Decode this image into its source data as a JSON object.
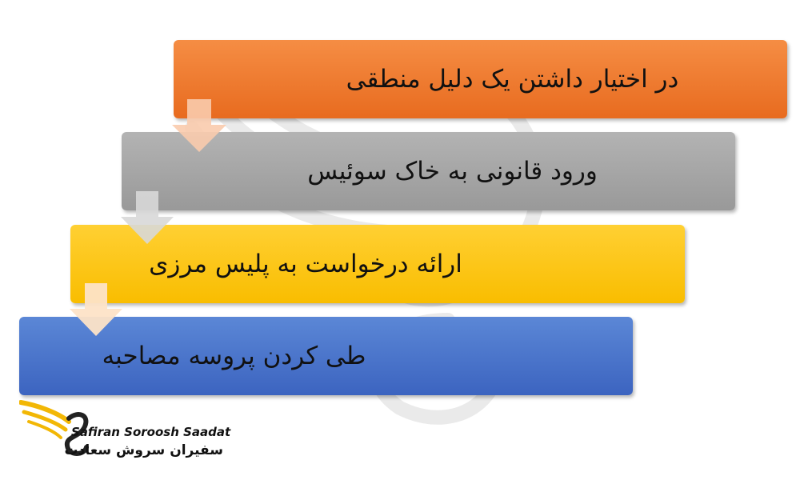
{
  "steps": [
    {
      "label": "در اختیار داشتن یک دلیل منطقی",
      "color": "#ee7a30"
    },
    {
      "label": "ورود قانونی به خاک سوئیس",
      "color": "#a6a6a6"
    },
    {
      "label": "ارائه درخواست به پلیس مرزی",
      "color": "#fcc60f"
    },
    {
      "label": "طی کردن پروسه مصاحبه",
      "color": "#4a74cb"
    }
  ],
  "logo": {
    "name_en": "Safiran Soroosh Saadat",
    "name_fa": "سفیران سروش سعادت",
    "accent_color": "#f2b705"
  }
}
